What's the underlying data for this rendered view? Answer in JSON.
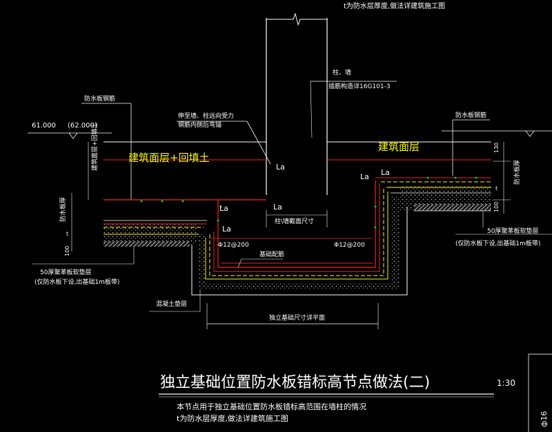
{
  "drawing": {
    "top_note": "t为防水层厚度,做法详建筑施工图",
    "elev_left": "61.000",
    "elev_left_paren": "(62.000)",
    "label_rebar_left": "防水板钢筋",
    "label_rebar_right": "防水板钢筋",
    "label_column": "柱、墙",
    "label_column_detail": "插筋构造详16G101-3",
    "label_extend": "伸至墙、柱远向受力",
    "label_extend2": "钢筋内侧后弯锚",
    "text_fill_left": "建筑面层+回填土",
    "text_floor_right": "建筑面层",
    "vertical_left_fill": "建筑面层+回填土",
    "vertical_left_board": "防水板厚",
    "vertical_right_board": "防水板厚",
    "la": "La",
    "label_col_size": "柱\\墙截面尺寸",
    "bar_left": "Φ12@200",
    "bar_right": "Φ12@200",
    "label_found_bar": "基础配筋",
    "label_cushion_left": "50厚聚苯板软垫层",
    "label_cushion_left2": "(仅防水板下设,出基础1m板带)",
    "label_cushion_right": "50厚聚苯板软垫层",
    "label_cushion_right2": "(仅防水板下设,出基础1m板带)",
    "label_concrete": "混凝土垫层",
    "label_found_size": "独立基础尺寸详平面",
    "dim_100_left": "100",
    "dim_t_left": "t",
    "dim_130": "130",
    "dim_t_right": "t",
    "dim_100_right": "100",
    "title": "独立基础位置防水板错标高节点做法(二)",
    "scale": "1:30",
    "note1": "本节点用于独立基础位置防水板错标高范围在墙柱的情况",
    "note2": "t为防水层厚度,做法详建筑施工图",
    "corner_text": "ф16"
  },
  "colors": {
    "line_white": "#ffffff",
    "line_red": "#ff2020",
    "line_yellow": "#e8e800",
    "text_yellow": "#ffff00",
    "line_green": "#00d000",
    "concrete": "#9a9a9a"
  }
}
